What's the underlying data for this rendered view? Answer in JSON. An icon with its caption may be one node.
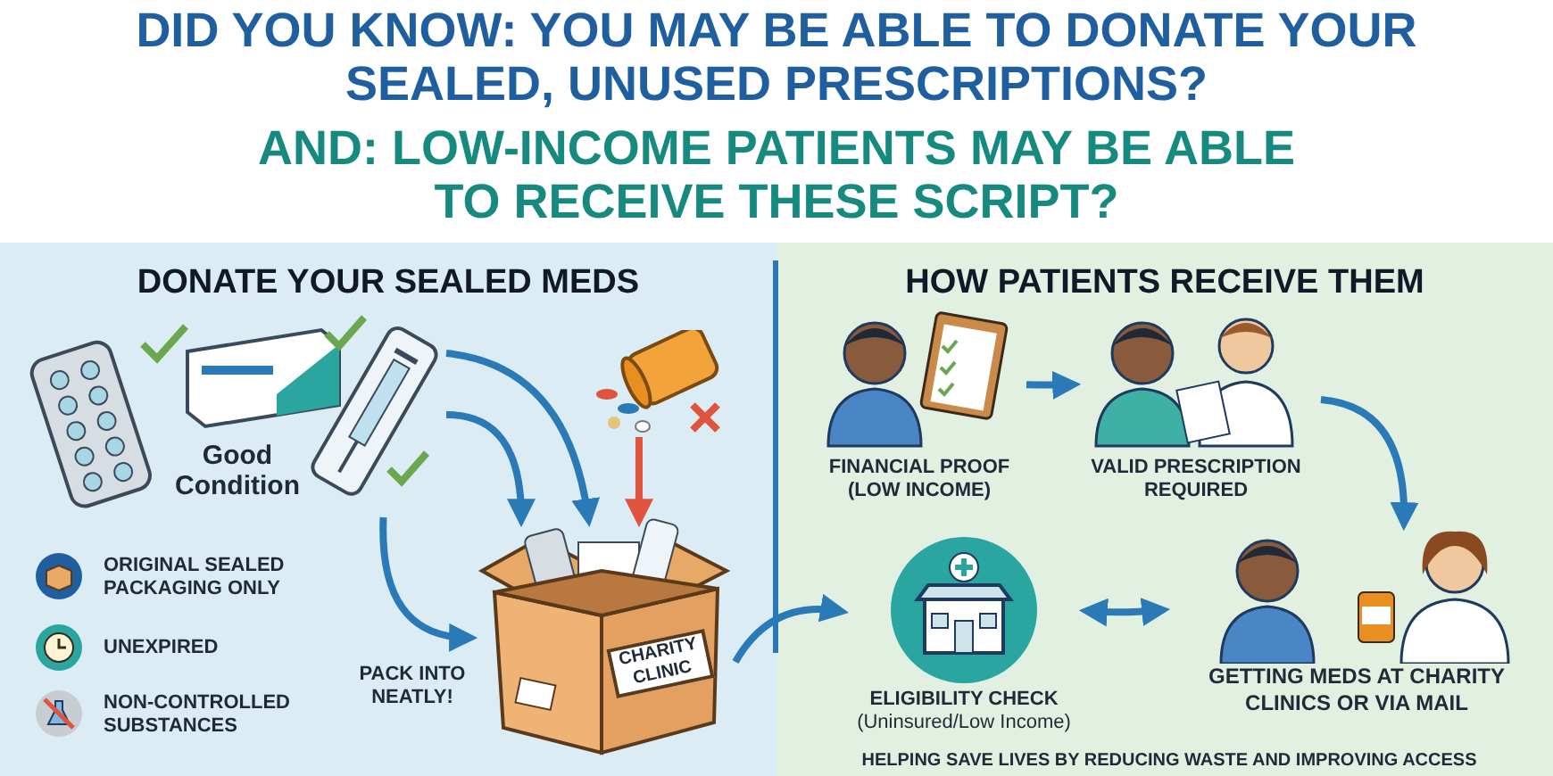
{
  "diagram": {
    "title": "DID YOU KNOW: YOU MAY BE ABLE TO DONATE YOUR SEALED, UNUSED PRESCRIPTIONS?",
    "nodes": [
      {
        "text": [
          "Good Condition"
        ]
      },
      {
        "text": [],
        "shape": "picture"
      },
      {
        "text": [
          "CHARITY CLINIC"
        ],
        "beside": [
          "PACK INTO NEATLY!"
        ]
      },
      {
        "text": [
          "ELIGIBILITY CHECK",
          "(Uninsured/Low Income)"
        ]
      },
      {
        "text": [
          "FINANCIAL PROOF (LOW INCOME)"
        ]
      },
      {
        "text": [
          "VALID PRESCRIPTION REQUIRED"
        ]
      },
      {
        "text": [
          "GETTING MEDS AT CHARITY CLINICS OR VIA MAIL"
        ]
      }
    ],
    "edges": [
      {
        "from": 0,
        "to": 2,
        "arrow": "to"
      },
      {
        "from": 0,
        "to": 2,
        "arrow": "to"
      },
      {
        "from": 0,
        "to": 2,
        "arrow": "to"
      },
      {
        "from": 1,
        "to": 2,
        "arrow": "to",
        "color": "#e0533d"
      },
      {
        "from": 2,
        "to": 3,
        "arrow": "to"
      },
      {
        "from": 3,
        "to": 6,
        "arrow": "both"
      },
      {
        "from": 4,
        "to": 5,
        "arrow": "to"
      },
      {
        "from": 5,
        "to": 6,
        "arrow": "to"
      }
    ],
    "labels": [
      "AND: LOW-INCOME PATIENTS MAY BE ABLE TO RECEIVE THESE SCRIPT?",
      "DONATE YOUR SEALED MEDS",
      "ORIGINAL SEALED PACKAGING ONLY",
      "UNEXPIRED",
      "NON-CONTROLLED SUBSTANCES",
      "HOW PATIENTS RECEIVE THEM",
      "HELPING SAVE LIVES BY REDUCING WASTE AND IMPROVING ACCESS"
    ]
  }
}
